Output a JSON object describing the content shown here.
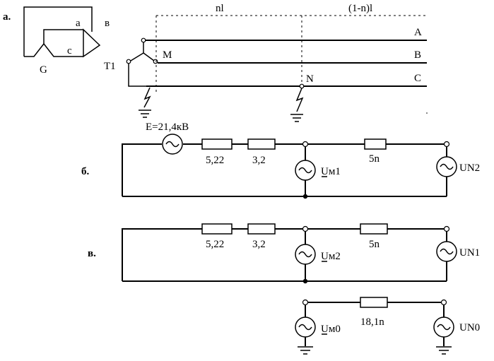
{
  "panel_a": {
    "label": "а.",
    "gen": "G",
    "tr": "T1",
    "inner_a": "a",
    "inner_c": "c",
    "inner_v": "в",
    "seg1": "nl",
    "seg2": "(1-n)l",
    "phaseA": "A",
    "phaseB": "B",
    "phaseC": "C",
    "nodeM": "M",
    "nodeN": "N"
  },
  "panel_b": {
    "label": "б.",
    "emf": "E=21,4кВ",
    "r1": "5,22",
    "r2": "3,2",
    "r3": "5n",
    "um": "Uм1",
    "un": "UN2"
  },
  "panel_v": {
    "label": "в.",
    "r1": "5,22",
    "r2": "3,2",
    "r3": "5n",
    "um": "Uм2",
    "un": "UN1",
    "r4": "18,1n",
    "um0": "Uм0",
    "un0": "UN0"
  }
}
